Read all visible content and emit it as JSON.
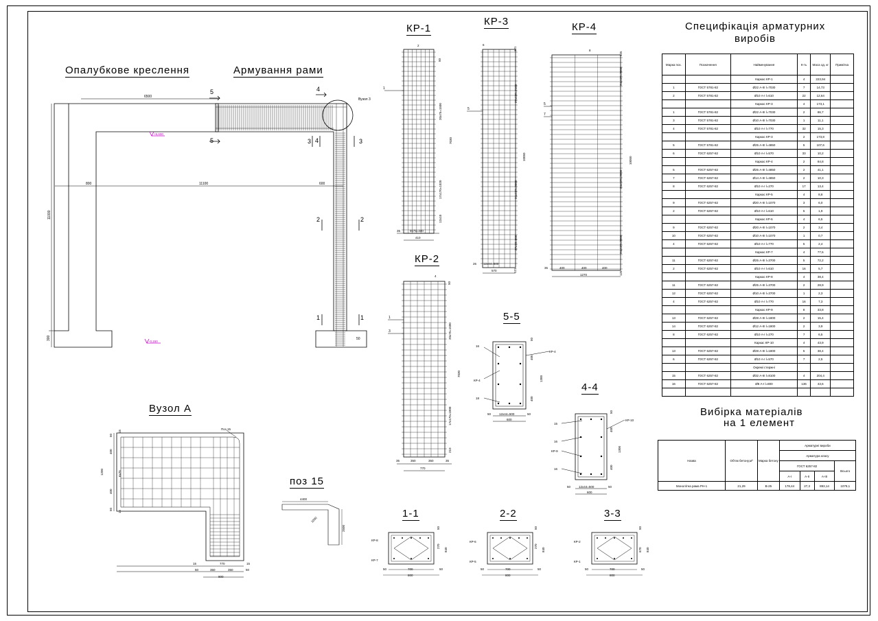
{
  "titles": {
    "formwork": "Опалубкове креслення",
    "reinforcement": "Армування рами",
    "kp1": "КР-1",
    "kp2": "КР-2",
    "kp3": "КР-3",
    "kp4": "КР-4",
    "spec_line1": "Специфікація арматурних",
    "spec_line2": "виробів",
    "node_a": "Вузол А",
    "pos15": "поз 15",
    "sec55": "5-5",
    "sec44": "4-4",
    "sec11": "1-1",
    "sec22": "2-2",
    "sec33": "3-3",
    "mat_line1": "Вибірка матеріалів",
    "mat_line2": "на 1 елемент"
  },
  "formwork": {
    "dim_top": "6500",
    "dim_left": "800",
    "dim_span": "11100",
    "dim_col": "600",
    "dim_height": "11000",
    "dim_base": "300",
    "level_top": "+6,600",
    "level_bottom": "-0,150"
  },
  "reinforcement_marks": {
    "cut5": "5",
    "cut4": "4",
    "cut3": "3",
    "cut2": "2",
    "cut1": "1",
    "node_label": "Вузол 3",
    "dim_base": "50"
  },
  "kp1": {
    "d_top": "50",
    "d_pitch": "2",
    "d_main": "7030",
    "d_vert": "20x75=1500",
    "d_bot1": "17x170=1020",
    "d_bot2": "12x10",
    "d_bottom": "35",
    "d_mid": "9x75=340",
    "d_width": "410",
    "mark1": "1"
  },
  "kp3": {
    "d_top": "121",
    "d_pitch": "6",
    "d_total": "10050",
    "d_upper": "27x130=2100",
    "d_mid": "24x125=3000",
    "d_lower": "27x10=600",
    "d_bot": "121",
    "d_b1": "26",
    "d_inner": "12x44=500",
    "d_width": "570",
    "mark5": "5"
  },
  "kp4": {
    "d_top": "125",
    "d_pitch": "8",
    "d_total": "10050",
    "d_upper": "24x125=3000",
    "d_mid": "24x125=3000",
    "d_lower": "24x125=3000",
    "d_bot": "125",
    "d_b1": "35",
    "d_s1": "400",
    "d_s2": "400",
    "d_s3": "400",
    "d_width": "1270",
    "mark5": "5",
    "mark7": "7"
  },
  "kp2": {
    "d_top": "50",
    "d_pitch": "4",
    "d_total": "7030",
    "d_upper": "20x75=1500",
    "d_lower": "17x170=1000",
    "d_bot": "210",
    "d_b1": "35",
    "d_s1": "350",
    "d_s2": "350",
    "d_b2": "35",
    "d_width": "770",
    "mark1": "1",
    "mark3": "3"
  },
  "sec55": {
    "m16": "16",
    "m18": "18",
    "kp4a": "КР-4",
    "kp4b": "КР-4",
    "d_top": "50",
    "d_s1": "400",
    "d_s2": "400",
    "d_total": "1300",
    "d_b": "50",
    "d_inner": "12x44=500",
    "d_width": "600",
    "d_r": "50"
  },
  "sec44": {
    "m15": "15",
    "m16a": "16",
    "kp9": "КР-9",
    "m16b": "16",
    "kp10": "КР-10",
    "d_top": "50",
    "d_s1": "400",
    "d_s2": "400",
    "d_total": "1300",
    "d_inner": "12x44=500",
    "d_width": "600",
    "d_l": "50",
    "d_r": "50"
  },
  "sec11": {
    "kp8": "КР-8",
    "kp7": "КР-7",
    "d_top": "50",
    "d_mid": "270",
    "d_h": "840",
    "d_b1": "50",
    "d_inner": "700",
    "d_width": "800",
    "d_r": "50"
  },
  "sec22": {
    "kp6": "КР-6",
    "kp5": "КР-5",
    "d_top": "50",
    "d_mid": "270",
    "d_h": "840",
    "d_b1": "50",
    "d_inner": "700",
    "d_width": "800",
    "d_r": "50"
  },
  "sec33": {
    "kp2": "КР-2",
    "kp1": "КР-1",
    "d_top": "50",
    "d_mid": "670",
    "d_h": "840",
    "d_b1": "50",
    "d_inner": "700",
    "d_width": "800",
    "d_r": "50"
  },
  "node_a": {
    "pos": "Поз 15",
    "d_15a": "15",
    "d_50a": "50",
    "d_400a": "400",
    "d_1200": "1200",
    "d_400b": "400",
    "d_50b": "50",
    "d_15b": "15",
    "d_inner": "6x75",
    "d_b15l": "15",
    "d_b15r": "15",
    "d_b50l": "50",
    "d_b350a": "350",
    "d_b350b": "350",
    "d_b50r": "50",
    "d_770": "770",
    "d_800": "800"
  },
  "pos15": {
    "d_len": "4400",
    "d_diag": "1000",
    "d_h": "2500"
  },
  "spec": {
    "headers": [
      "Марка поз.",
      "Позначення",
      "Найменування",
      "К-ть",
      "Маса од. кг",
      "Примітка"
    ],
    "rows": [
      [
        "",
        "",
        "Каркас КР-1",
        "4",
        "223,94",
        ""
      ],
      [
        "1",
        "ГОСТ 5781-82",
        "Ø22 А-ІІІ l=7030",
        "7",
        "14,73",
        ""
      ],
      [
        "2",
        "ГОСТ 5781-82",
        "Ø10 А-І l=610",
        "22",
        "12,64",
        ""
      ],
      [
        "",
        "",
        "Каркас КР-3",
        "4",
        "173,1",
        ""
      ],
      [
        "1",
        "ГОСТ 5781-82",
        "Ø22 А-ІІІ l=7030",
        "2",
        "86,7",
        ""
      ],
      [
        "3",
        "ГОСТ 5781-82",
        "Ø10 А-ІІІ l=7030",
        "1",
        "11,1",
        ""
      ],
      [
        "4",
        "ГОСТ 5781-82",
        "Ø10 А-І l=770",
        "32",
        "15,3",
        ""
      ],
      [
        "",
        "",
        "Каркас КР-3",
        "2",
        "173,8",
        ""
      ],
      [
        "5",
        "ГОСТ 5781-82",
        "Ø25 А-ІІІ l=4850",
        "5",
        "107,6",
        ""
      ],
      [
        "6",
        "ГОСТ 6257-82",
        "Ø10 А-І l=570",
        "33",
        "10,2",
        ""
      ],
      [
        "",
        "",
        "Каркас КР-4",
        "2",
        "84,8",
        ""
      ],
      [
        "5",
        "ГОСТ 6257-82",
        "Ø25 А-ІІІ l=4850",
        "2",
        "41,1",
        ""
      ],
      [
        "7",
        "ГОСТ 6257-82",
        "Ø14 А-ІІІ l=4850",
        "2",
        "10,3",
        ""
      ],
      [
        "8",
        "ГОСТ 6257-82",
        "Ø10 А-І l=270",
        "17",
        "13,4",
        ""
      ],
      [
        "",
        "",
        "Каркас КР-5",
        "4",
        "8,8",
        ""
      ],
      [
        "9",
        "ГОСТ 6257-82",
        "Ø20 А-ІІІ l=1070",
        "3",
        "6,0",
        ""
      ],
      [
        "2",
        "ГОСТ 6257-82",
        "Ø10 А-І l=610",
        "5",
        "1,9",
        ""
      ],
      [
        "",
        "",
        "Каркас КР-6",
        "4",
        "6,5",
        ""
      ],
      [
        "9",
        "ГОСТ 6257-82",
        "Ø20 А-ІІІ l=1070",
        "2",
        "3,4",
        ""
      ],
      [
        "10",
        "ГОСТ 6257-82",
        "Ø10 А-ІІІ l=1070",
        "1",
        "0,7",
        ""
      ],
      [
        "4",
        "ГОСТ 6257-82",
        "Ø10 А-І l=770",
        "5",
        "2,4",
        ""
      ],
      [
        "",
        "",
        "Каркас КР-7",
        "4",
        "77,6",
        ""
      ],
      [
        "11",
        "ГОСТ 6257-82",
        "Ø25 А-ІІІ l=3700",
        "5",
        "72,2",
        ""
      ],
      [
        "2",
        "ГОСТ 6257-82",
        "Ø10 А-І l=610",
        "16",
        "5,7",
        ""
      ],
      [
        "",
        "",
        "Каркас КР-8",
        "4",
        "38,4",
        ""
      ],
      [
        "11",
        "ГОСТ 6257-82",
        "Ø25 А-ІІІ l=3700",
        "2",
        "28,9",
        ""
      ],
      [
        "12",
        "ГОСТ 6257-82",
        "Ø10 А-ІІІ l=3700",
        "1",
        "2,3",
        ""
      ],
      [
        "4",
        "ГОСТ 6257-82",
        "Ø10 А-І l=770",
        "16",
        "7,3",
        ""
      ],
      [
        "",
        "",
        "Каркас КР-9",
        "8",
        "33,8",
        ""
      ],
      [
        "13",
        "ГОСТ 6257-82",
        "Ø28 А-ІІІ l=1800",
        "2",
        "15,4",
        ""
      ],
      [
        "14",
        "ГОСТ 6257-82",
        "Ø12 А-ІІІ l=1800",
        "2",
        "3,9",
        ""
      ],
      [
        "8",
        "ГОСТ 6257-82",
        "Ø10 А-І l=270",
        "7",
        "6,5",
        ""
      ],
      [
        "",
        "",
        "Каркас КР-10",
        "4",
        "43,9",
        ""
      ],
      [
        "13",
        "ГОСТ 6257-82",
        "Ø28 А-ІІІ l=1800",
        "5",
        "38,4",
        ""
      ],
      [
        "6",
        "ГОСТ 6257-82",
        "Ø10 А-І l=570",
        "7",
        "2,5",
        ""
      ],
      [
        "",
        "",
        "Окремі стержні",
        "",
        "",
        ""
      ],
      [
        "15",
        "ГОСТ 6257-82",
        "Ø32 А-ІІІ l=8100",
        "4",
        "204,4",
        ""
      ],
      [
        "16",
        "ГОСТ 6257-82",
        "Ø8 А-І l=800",
        "136",
        "43,6",
        ""
      ],
      [
        "",
        "",
        "",
        "",
        "",
        ""
      ]
    ]
  },
  "materials": {
    "h_name": "Назва",
    "h_volume": "Об'єм бетону,м³",
    "h_grade": "Марка бетону",
    "h_products": "Арматурні вироби",
    "h_class": "Арматура класу",
    "h_gost": "ГОСТ 6257-82",
    "h_a1": "А-І",
    "h_a2": "А-ІІ",
    "h_a3": "А-ІІІ",
    "h_total": "Всього",
    "row": {
      "name": "Монолітна рама РН-1",
      "volume": "21,29",
      "grade": "В-25",
      "a1": "178,44",
      "a2": "27,3",
      "a3": "893,14",
      "total": "1079,1"
    }
  },
  "colors": {
    "level_mark": "#cc00cc",
    "line": "#000000"
  }
}
